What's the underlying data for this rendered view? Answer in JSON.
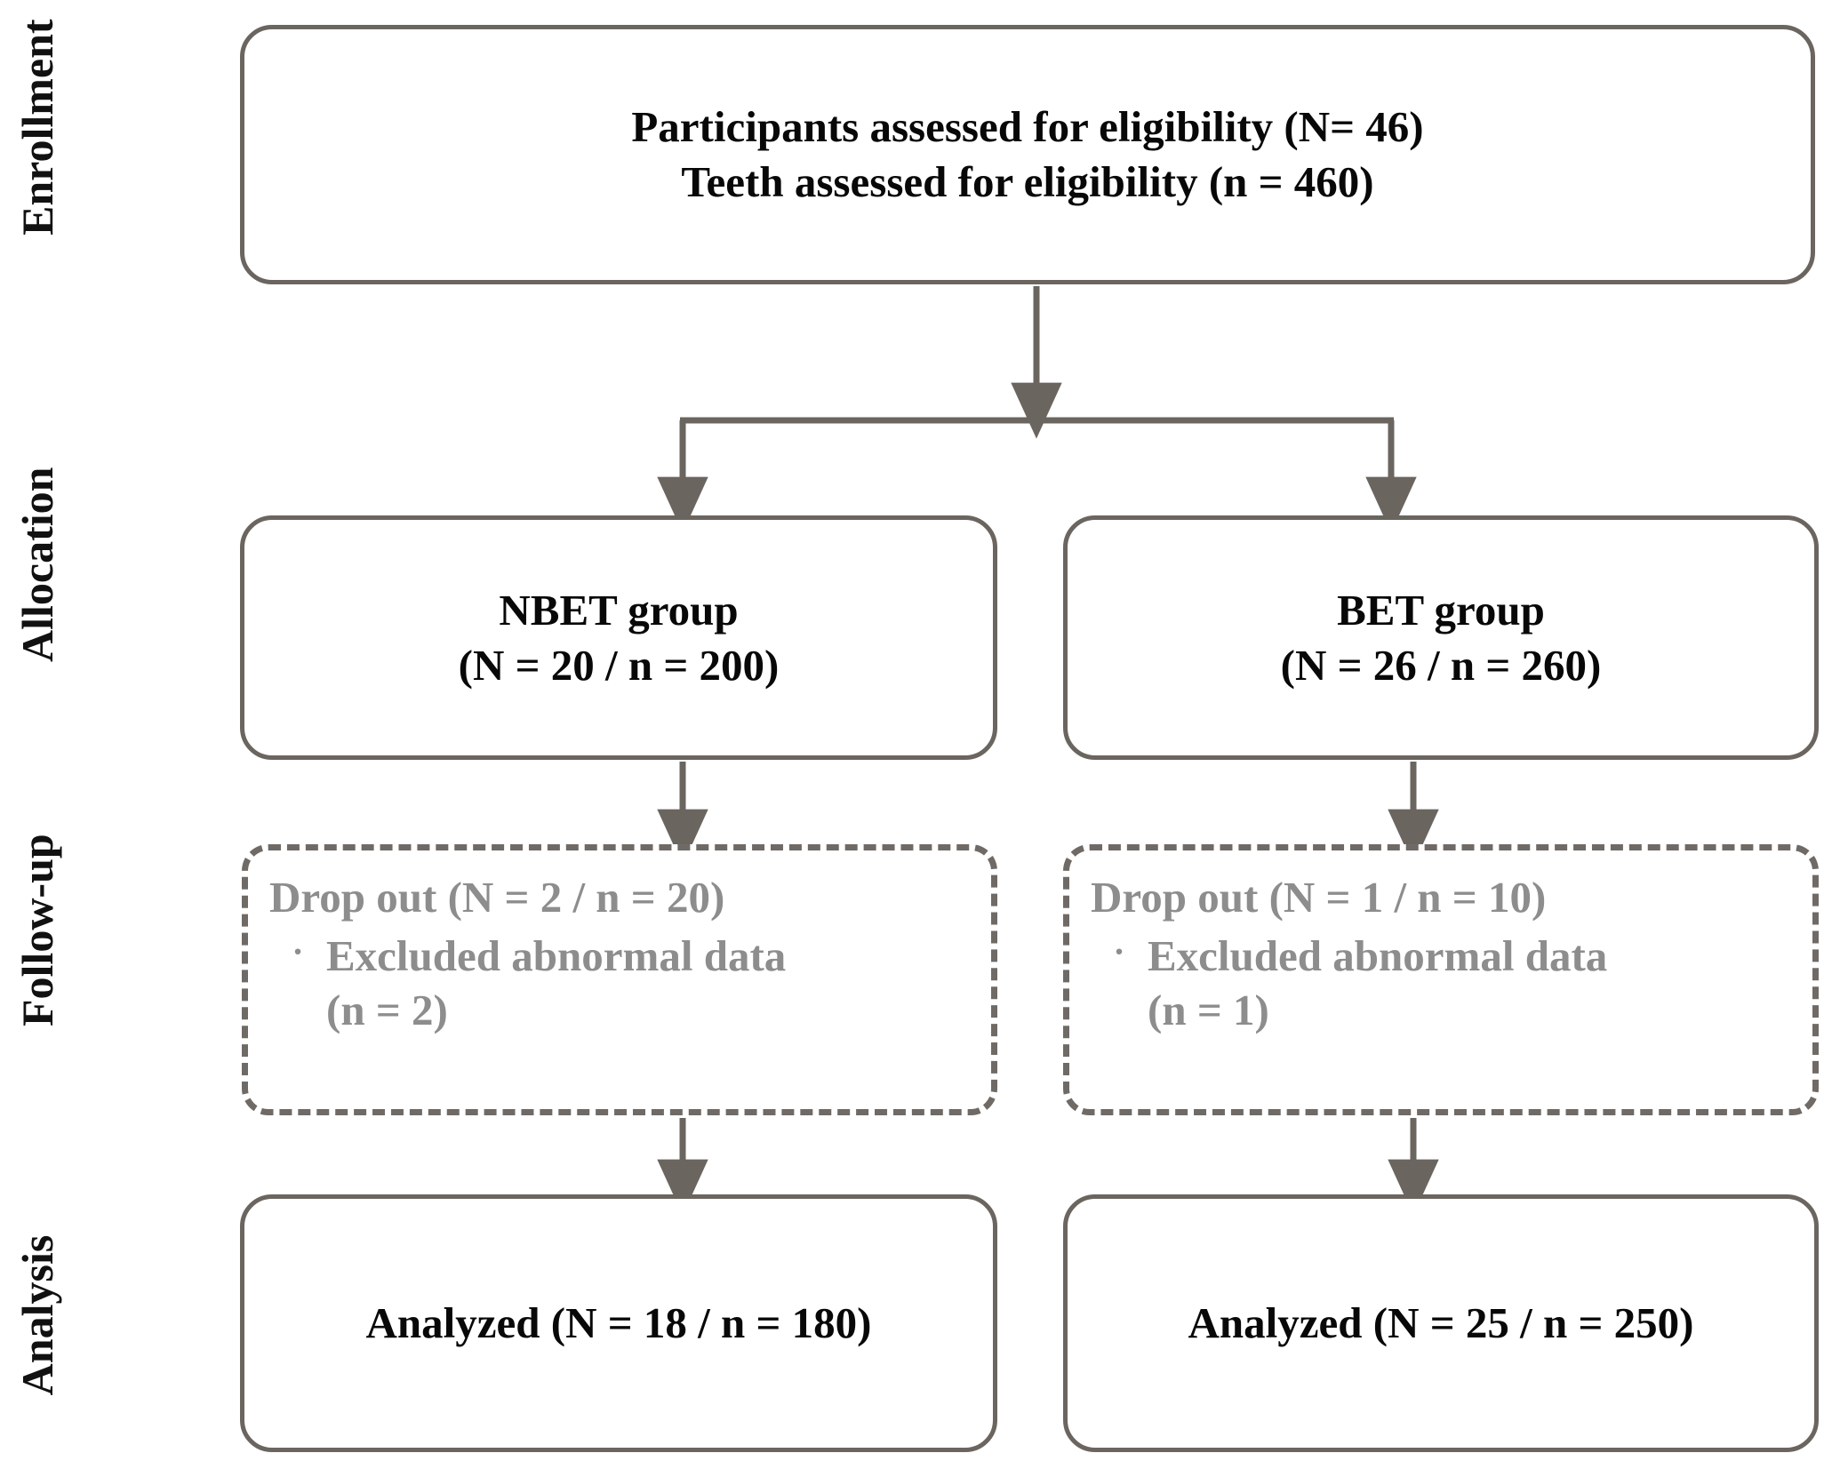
{
  "diagram": {
    "title": "CONSORT participant flow diagram",
    "stroke_color": "#6b6560",
    "text_color": "#080808",
    "muted_text_color": "#8d8d8d",
    "background": "#ffffff"
  },
  "stages": [
    {
      "key": "enrollment",
      "label": "Enrollment"
    },
    {
      "key": "allocation",
      "label": "Allocation"
    },
    {
      "key": "followup",
      "label": "Follow-up"
    },
    {
      "key": "analysis",
      "label": "Analysis"
    }
  ],
  "enrollment": {
    "line1": "Participants assessed for eligibility (N= 46)",
    "line2": "Teeth assessed for eligibility (n = 460)"
  },
  "allocation": {
    "left": {
      "line1": "NBET group",
      "line2": "(N = 20 / n = 200)"
    },
    "right": {
      "line1": "BET group",
      "line2": "(N = 26 / n = 260)"
    }
  },
  "followup": {
    "left": {
      "title": "Drop out (N = 2 / n = 20)",
      "bullet": "·",
      "bullet_text": "Excluded abnormal data",
      "bullet_subline": "(n = 2)"
    },
    "right": {
      "title": "Drop out (N = 1 / n = 10)",
      "bullet": "·",
      "bullet_text": "Excluded abnormal data",
      "bullet_subline": "(n = 1)"
    }
  },
  "analysis": {
    "left": {
      "line1": "Analyzed (N = 18 / n = 180)"
    },
    "right": {
      "line1": "Analyzed (N = 25 / n = 250)"
    }
  }
}
